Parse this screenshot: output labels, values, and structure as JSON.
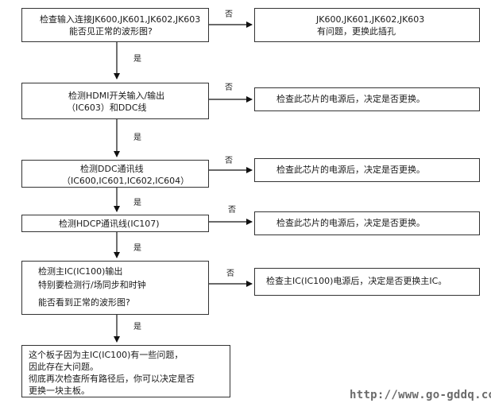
{
  "steps": {
    "s1": {
      "lines": [
        "检查输入连接JK600,JK601,JK602,JK603",
        "能否见正常的波形图?"
      ]
    },
    "s2": {
      "lines": [
        "检测HDMI开关输入/输出",
        "（IC603）和DDC线"
      ]
    },
    "s3": {
      "lines": [
        "检测DDC通讯线",
        "（IC600,IC601,IC602,IC604）"
      ]
    },
    "s4": {
      "lines": [
        "检测HDCP通讯线(IC107)"
      ]
    },
    "s5": {
      "lines": [
        "检测主IC(IC100)输出",
        "特别要检测行/场同步和时钟",
        "能否看到正常的波形图?"
      ]
    },
    "s6": {
      "lines": [
        "这个板子因为主IC(IC100)有一些问题，",
        "因此存在大问题。",
        "彻底再次检查所有路径后，你可以决定是否",
        "更换一块主板。"
      ]
    }
  },
  "actions": {
    "a1": {
      "lines": [
        "JK600,JK601,JK602,JK603",
        "有问题，更换此插孔"
      ]
    },
    "a2": {
      "lines": [
        "检查此芯片的电源后，决定是否更换。"
      ]
    },
    "a3": {
      "lines": [
        "检查此芯片的电源后，决定是否更换。"
      ]
    },
    "a4": {
      "lines": [
        "检查此芯片的电源后，决定是否更换。"
      ]
    },
    "a5": {
      "lines": [
        "检查主IC(IC100)电源后，决定是否更换主IC。"
      ]
    }
  },
  "labels": {
    "yes": "是",
    "no": "否"
  },
  "watermark": "http://www.go-gddq.com"
}
